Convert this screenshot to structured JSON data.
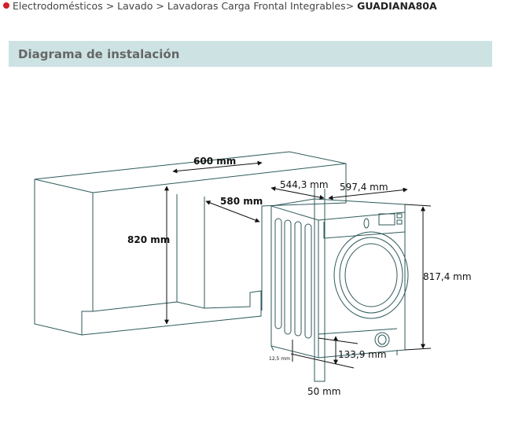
{
  "breadcrumb": {
    "items": [
      "Electrodomésticos",
      "Lavado",
      "Lavadoras Carga Frontal Integrables"
    ],
    "separator": ">",
    "current": "GUADIANA80A",
    "dot_color": "#d0202a"
  },
  "section": {
    "title": "Diagrama de instalación",
    "bg_color": "#cde3e3"
  },
  "diagram": {
    "line_color": "#2f5a5a",
    "dimensions": {
      "width_cabinet": "600 mm",
      "depth_cabinet": "580 mm",
      "height_cabinet": "820 mm",
      "depth_machine": "544,3 mm",
      "width_machine": "597,4 mm",
      "height_machine": "817,4 mm",
      "foot_height": "133,9 mm",
      "gap": "50 mm",
      "foot_adjust": "12,5 mm"
    }
  }
}
